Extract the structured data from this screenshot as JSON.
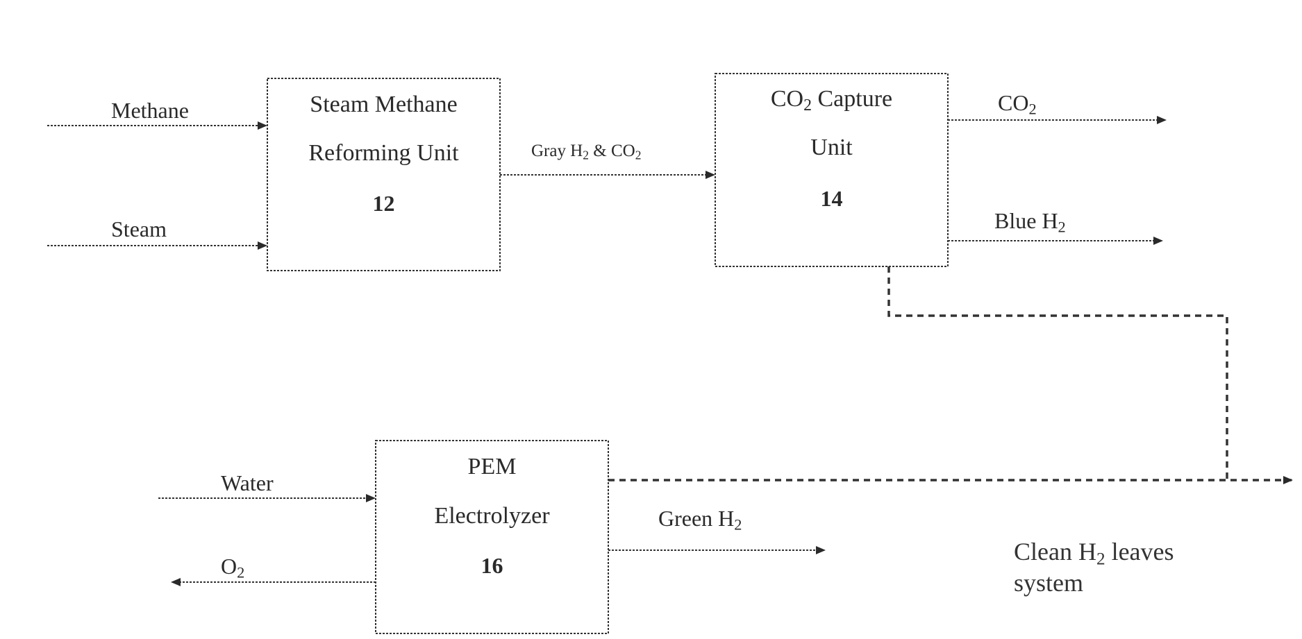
{
  "units": {
    "smr": {
      "title_line1": "Steam Methane",
      "title_line2": "Reforming Unit",
      "number": "12"
    },
    "capture": {
      "title_line1_pre": "CO",
      "title_line1_sub": "2",
      "title_line1_post": " Capture",
      "title_line2": "Unit",
      "number": "14"
    },
    "pem": {
      "title_line1": "PEM",
      "title_line2": "Electrolyzer",
      "number": "16"
    }
  },
  "streams": {
    "methane": "Methane",
    "steam": "Steam",
    "gray": {
      "pre": "Gray H",
      "sub1": "2",
      "mid": " & CO",
      "sub2": "2"
    },
    "co2": {
      "pre": "CO",
      "sub": "2"
    },
    "blue": {
      "pre": "Blue H",
      "sub": "2"
    },
    "water": "Water",
    "o2": {
      "pre": "O",
      "sub": "2"
    },
    "green": {
      "pre": "Green H",
      "sub": "2"
    }
  },
  "outlet_note": {
    "pre": "Clean H",
    "sub": "2",
    "post": " leaves",
    "line2": "system"
  }
}
